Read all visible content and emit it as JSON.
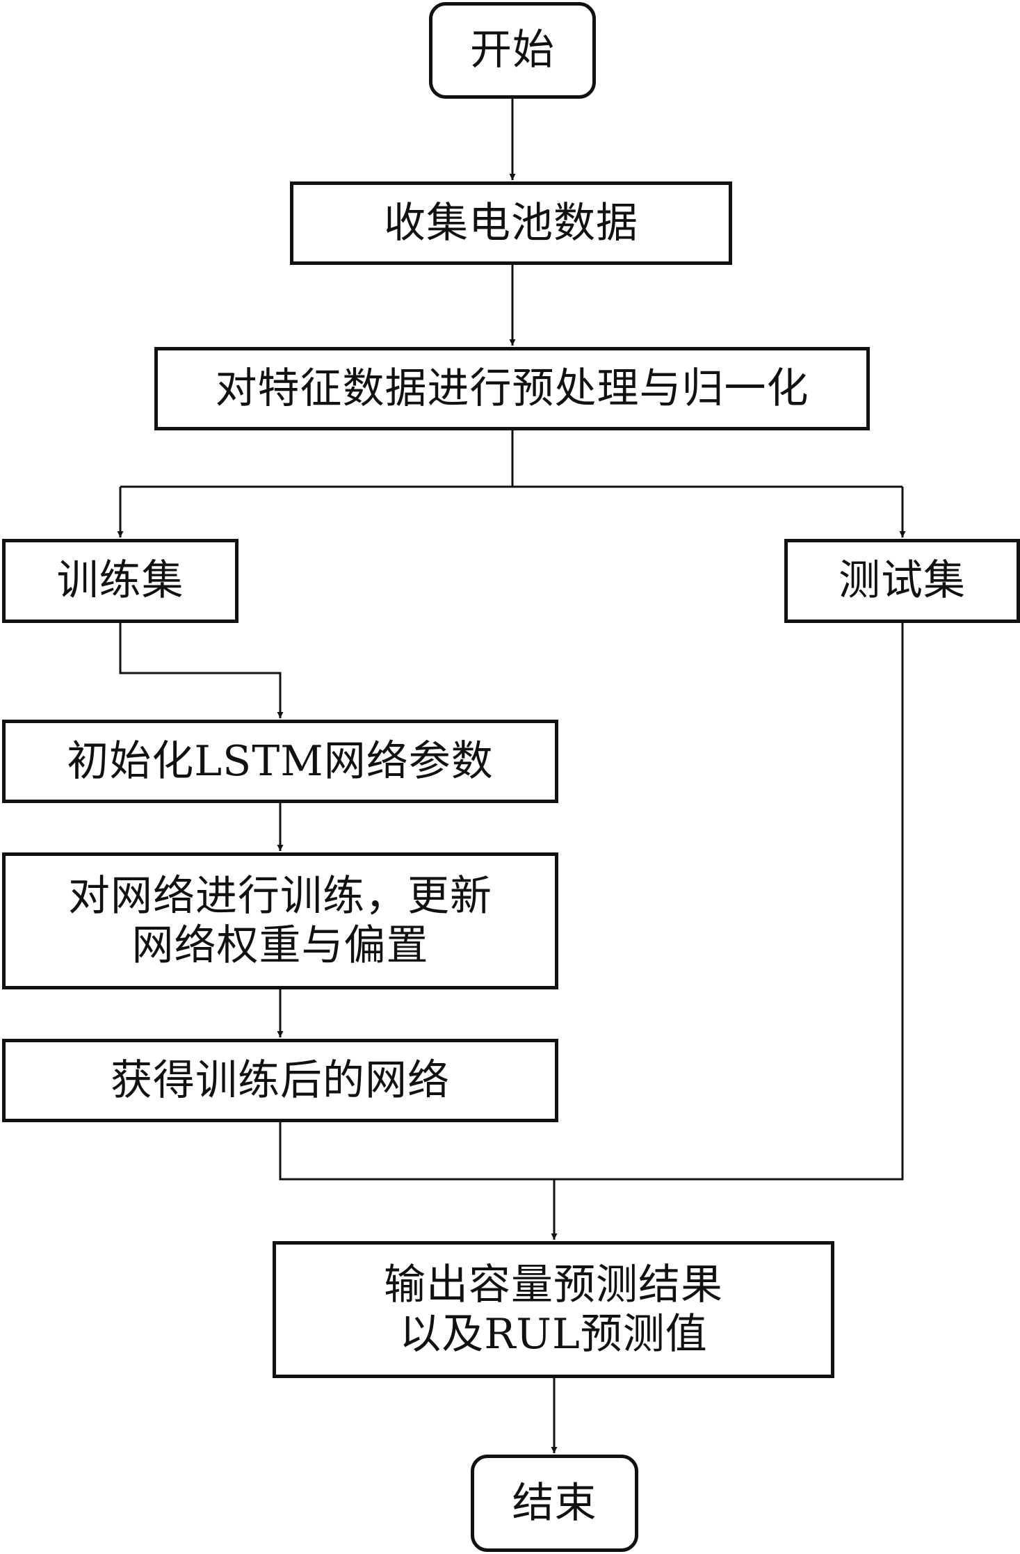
{
  "flowchart": {
    "start": "开始",
    "collect": "收集电池数据",
    "preprocess": "对特征数据进行预处理与归一化",
    "train_set": "训练集",
    "test_set": "测试集",
    "init": "初始化LSTM网络参数",
    "train_network": "对网络进行训练，更新\n网络权重与偏置",
    "trained_network": "获得训练后的网络",
    "output": "输出容量预测结果\n以及RUL预测值",
    "end": "结束"
  },
  "colors": {
    "stroke": "#111111",
    "background": "#ffffff"
  }
}
